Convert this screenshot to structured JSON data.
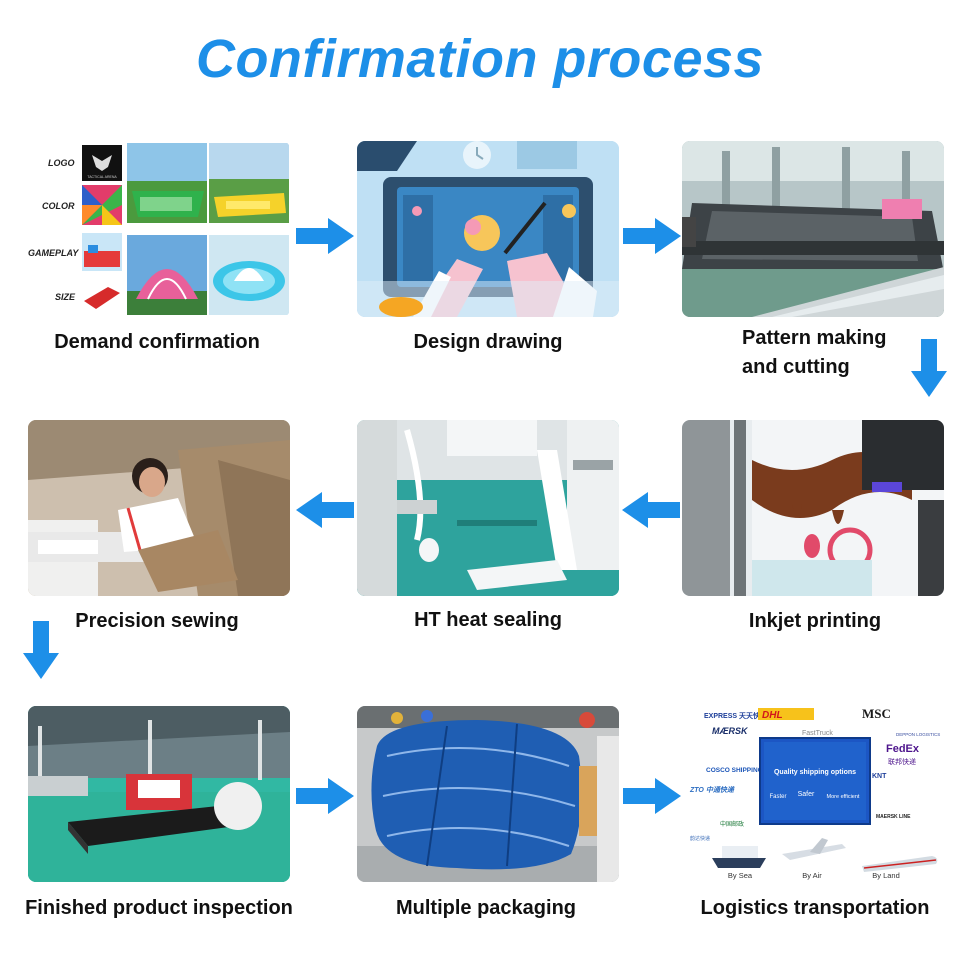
{
  "title": "Confirmation process",
  "accent_color": "#1d8fe8",
  "steps": [
    {
      "label": "Demand confirmation",
      "rows": [
        "LOGO",
        "COLOR",
        "GAMEPLAY",
        "SIZE"
      ],
      "logo_text": "TACTICAL ARENA"
    },
    {
      "label": "Design drawing"
    },
    {
      "label": "Pattern making",
      "label2": "and cutting"
    },
    {
      "label": "Inkjet printing"
    },
    {
      "label": "HT heat sealing"
    },
    {
      "label": "Precision sewing"
    },
    {
      "label": "Finished product inspection"
    },
    {
      "label": "Multiple packaging"
    },
    {
      "label": "Logistics transportation",
      "panel": {
        "title": "Quality shipping options",
        "items": [
          "Faster",
          "Safer",
          "More efficient"
        ]
      },
      "modes": [
        "By Sea",
        "By Air",
        "By Land"
      ],
      "logos": [
        "EXPRESS 天天快递",
        "DHL",
        "MSC",
        "MÆRSK",
        "FastTruck",
        "DEPPON LOGISTICS",
        "FedEx",
        "联邦快递",
        "COSCO SHIPPING",
        "KNT",
        "ZTO 中通快递",
        "MAERSK LINE",
        "中国邮政",
        "韵达快递"
      ]
    }
  ],
  "arrow_icon": "arrow-right-icon"
}
